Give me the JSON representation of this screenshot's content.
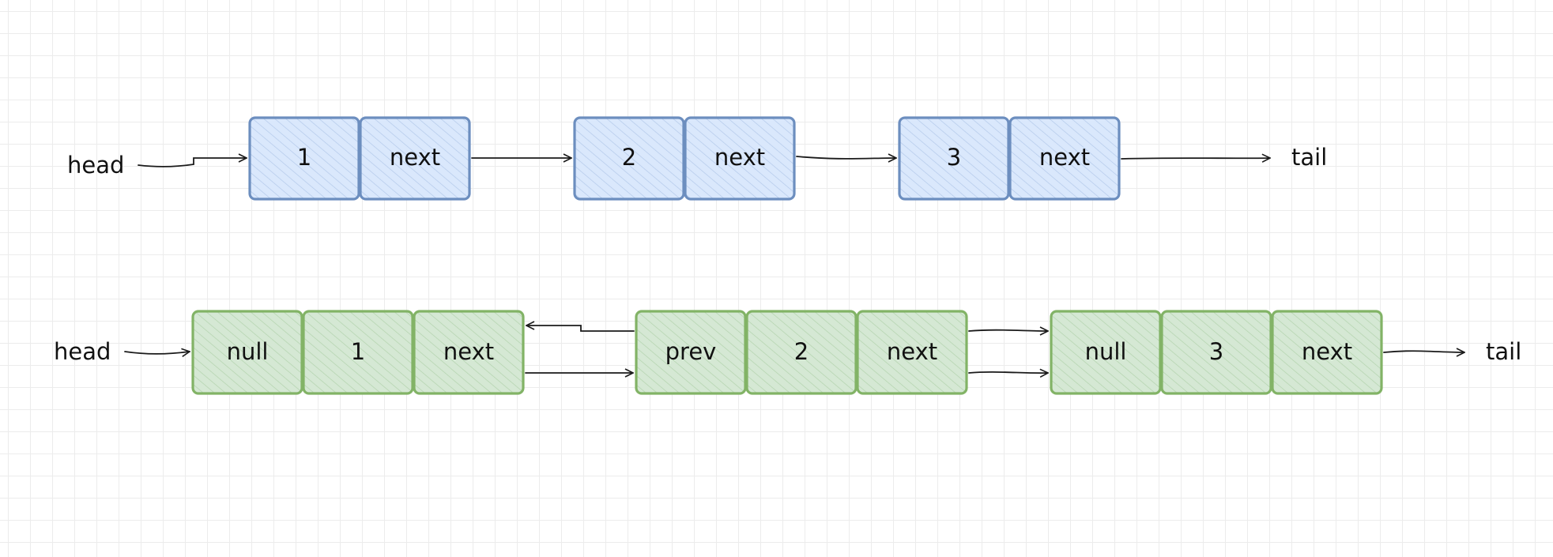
{
  "colors": {
    "singly_stroke": "#6c8ebf",
    "singly_fill": "#dae8fc",
    "doubly_stroke": "#82b366",
    "doubly_fill": "#d5e8d4",
    "ink": "#1a1a1a"
  },
  "singly_list": {
    "head_label": "head",
    "tail_label": "tail",
    "nodes": [
      {
        "cells": [
          "1",
          "next"
        ]
      },
      {
        "cells": [
          "2",
          "next"
        ]
      },
      {
        "cells": [
          "3",
          "next"
        ]
      }
    ]
  },
  "doubly_list": {
    "head_label": "head",
    "tail_label": "tail",
    "nodes": [
      {
        "cells": [
          "null",
          "1",
          "next"
        ]
      },
      {
        "cells": [
          "prev",
          "2",
          "next"
        ]
      },
      {
        "cells": [
          "null",
          "3",
          "next"
        ]
      }
    ]
  }
}
